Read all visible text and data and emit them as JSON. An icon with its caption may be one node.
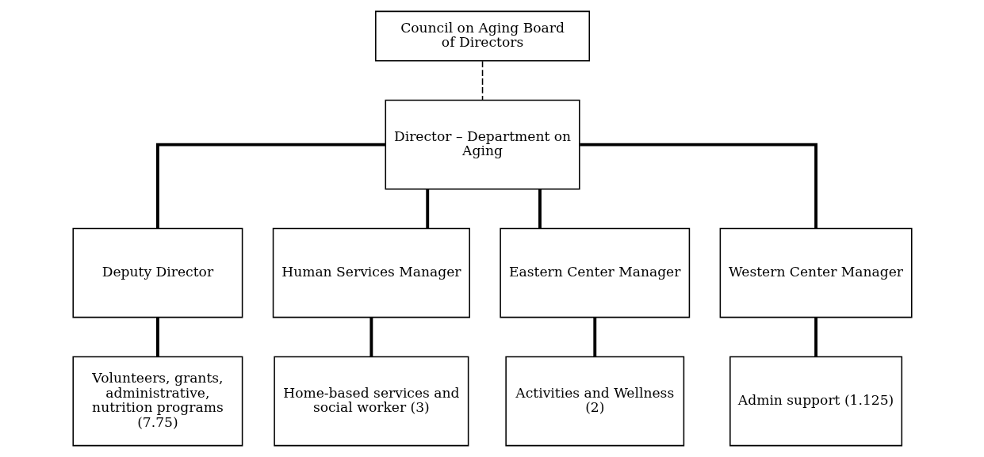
{
  "diagram": {
    "nodes": [
      {
        "text": [
          "Council on Aging Board of Directors"
        ]
      },
      {
        "text": [
          "Director – Department on Aging"
        ]
      },
      {
        "text": [
          "Deputy Director"
        ]
      },
      {
        "text": [
          "Human Services Manager"
        ]
      },
      {
        "text": [
          "Eastern Center Manager"
        ]
      },
      {
        "text": [
          "Western Center Manager"
        ]
      },
      {
        "text": [
          "Volunteers, grants, administrative, nutrition programs (7.75)"
        ]
      },
      {
        "text": [
          "Home-based services and social worker (3)"
        ]
      },
      {
        "text": [
          "Activities and Wellness (2)"
        ]
      },
      {
        "text": [
          "Admin support (1.125)"
        ]
      }
    ],
    "edges": [
      {
        "from": 0,
        "to": 1,
        "arrow": "none",
        "style": "dashed"
      },
      {
        "from": 1,
        "to": 2,
        "arrow": "none"
      },
      {
        "from": 1,
        "to": 3,
        "arrow": "none"
      },
      {
        "from": 1,
        "to": 4,
        "arrow": "none"
      },
      {
        "from": 1,
        "to": 5,
        "arrow": "none"
      },
      {
        "from": 2,
        "to": 6,
        "arrow": "none"
      },
      {
        "from": 3,
        "to": 7,
        "arrow": "none"
      },
      {
        "from": 4,
        "to": 8,
        "arrow": "none"
      },
      {
        "from": 5,
        "to": 9,
        "arrow": "none"
      }
    ]
  }
}
